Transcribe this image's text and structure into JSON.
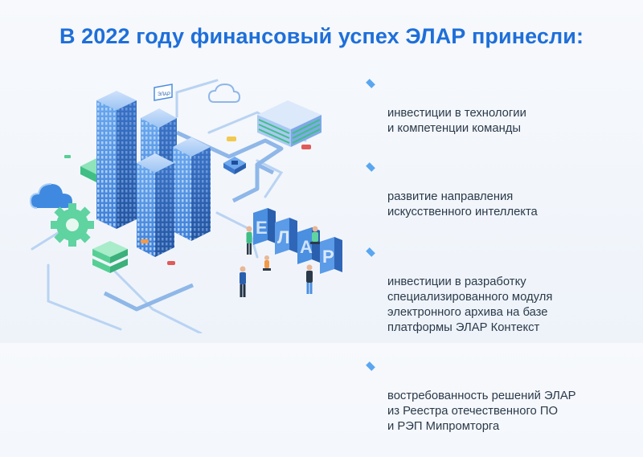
{
  "title": "В 2022 году финансовый успех ЭЛАР принесли:",
  "bullets": [
    {
      "text": "инвестиции в технологии\nи компетенции команды"
    },
    {
      "text": "развитие направления\nискусственного интеллекта"
    },
    {
      "text": "инвестиции в разработку\nспециализированного модуля\nэлектронного архива на базе\nплатформы ЭЛАР Контекст"
    },
    {
      "text": "востребованность решений ЭЛАР\nиз Реестра отечественного ПО\nи РЭП Мипромторга"
    }
  ],
  "illustration": {
    "building_sign": "ЭЛАР",
    "letters": [
      "Е",
      "Л",
      "А",
      "Р"
    ]
  },
  "colors": {
    "accent": "#1e6fd9",
    "bullet": "#5aa6f0",
    "text": "#2b3a4a",
    "building": "#4a8fe0",
    "green": "#5fd3a0"
  }
}
